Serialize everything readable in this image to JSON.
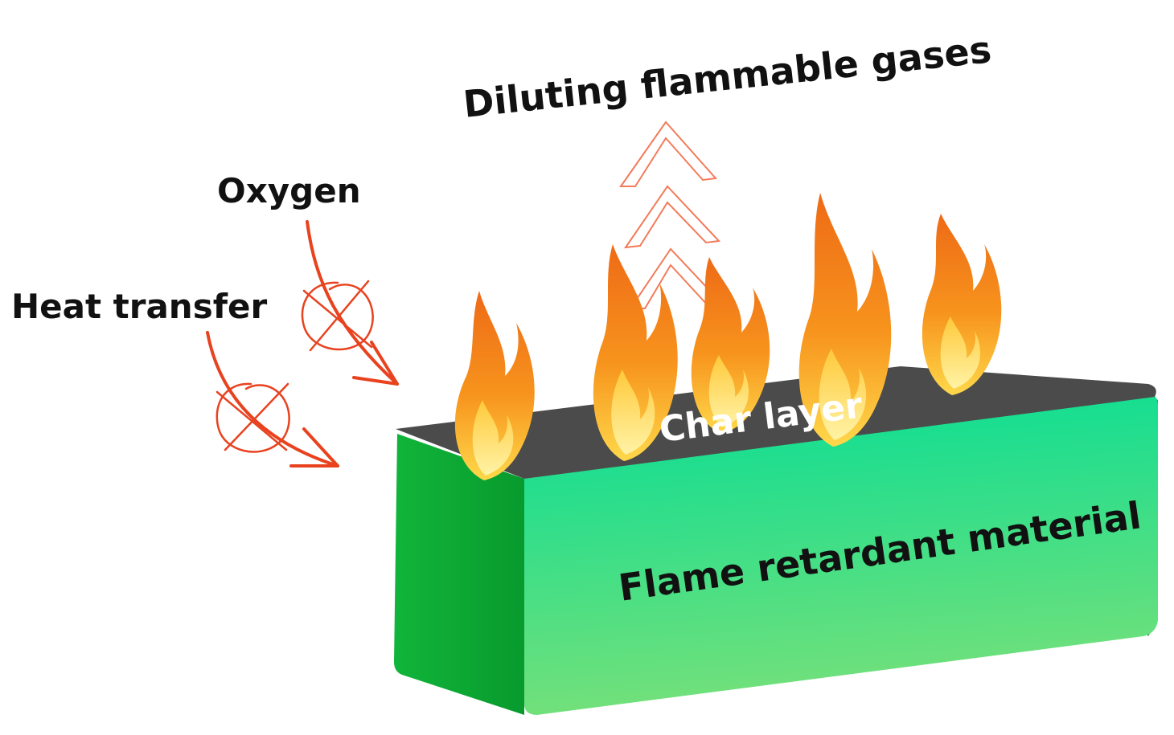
{
  "labels": {
    "diluting": "Diluting flammable gases",
    "oxygen": "Oxygen",
    "heat_transfer": "Heat transfer",
    "char_layer": "Char layer",
    "material": "Flame retardant material"
  },
  "colors": {
    "block_front_light": "#74e07a",
    "block_front_top": "#05dd95",
    "block_side_dark": "#089a2d",
    "block_side_light": "#26c33a",
    "char_layer": "#4b4b4b",
    "arrow_red": "#e8421f",
    "chevron_outline": "#f37b5a",
    "flame_orange": "#f7941d",
    "flame_yellow": "#ffd84a"
  }
}
